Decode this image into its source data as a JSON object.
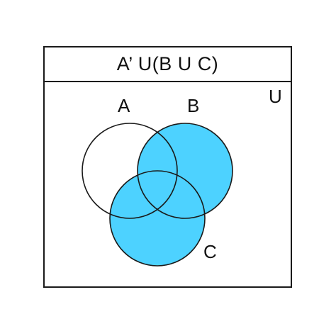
{
  "diagram": {
    "title": "A’ U(B U C)",
    "universe_label": "U",
    "sets": [
      {
        "label": "A",
        "shaded": false
      },
      {
        "label": "B",
        "shaded": true
      },
      {
        "label": "C",
        "shaded": true
      }
    ],
    "colors": {
      "shade": "#4dd2ff",
      "outline": "#1a1a1a",
      "background": "#ffffff"
    }
  }
}
